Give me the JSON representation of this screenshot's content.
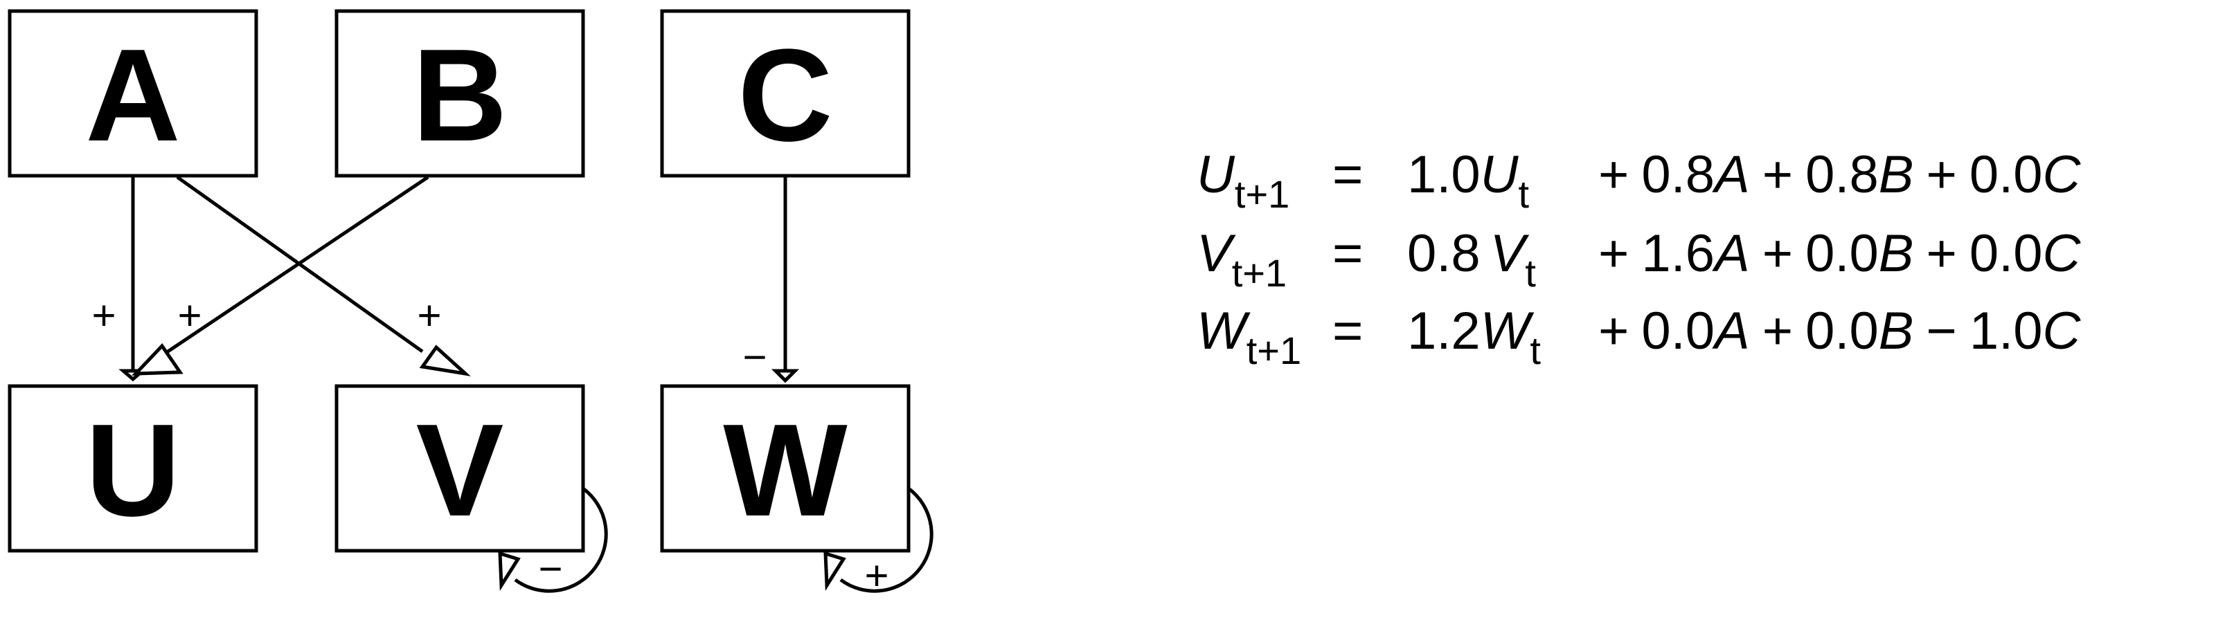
{
  "nodes": [
    {
      "id": "A",
      "label": "A"
    },
    {
      "id": "B",
      "label": "B"
    },
    {
      "id": "C",
      "label": "C"
    },
    {
      "id": "U",
      "label": "U"
    },
    {
      "id": "V",
      "label": "V"
    },
    {
      "id": "W",
      "label": "W"
    }
  ],
  "edges": [
    {
      "from": "A",
      "to": "U",
      "sign": "+"
    },
    {
      "from": "B",
      "to": "U",
      "sign": "+"
    },
    {
      "from": "A",
      "to": "V",
      "sign": "+"
    },
    {
      "from": "C",
      "to": "W",
      "sign": "−"
    },
    {
      "from": "V",
      "to": "V",
      "sign": "−"
    },
    {
      "from": "W",
      "to": "W",
      "sign": "+"
    }
  ],
  "equations": [
    {
      "lhs": {
        "var": "U",
        "sub": "t+1"
      },
      "eq": "=",
      "self_coef": "1.0",
      "self": {
        "var": "U",
        "sub": "t"
      },
      "terms": [
        {
          "op": "+",
          "coef": "0.8",
          "var": "A"
        },
        {
          "op": "+",
          "coef": "0.8",
          "var": "B"
        },
        {
          "op": "+",
          "coef": "0.0",
          "var": "C"
        }
      ]
    },
    {
      "lhs": {
        "var": "V",
        "sub": "t+1"
      },
      "eq": "=",
      "self_coef": "0.8",
      "self": {
        "var": "V",
        "sub": "t"
      },
      "terms": [
        {
          "op": "+",
          "coef": "1.6",
          "var": "A"
        },
        {
          "op": "+",
          "coef": "0.0",
          "var": "B"
        },
        {
          "op": "+",
          "coef": "0.0",
          "var": "C"
        }
      ]
    },
    {
      "lhs": {
        "var": "W",
        "sub": "t+1"
      },
      "eq": "=",
      "self_coef": "1.2",
      "self": {
        "var": "W",
        "sub": "t"
      },
      "terms": [
        {
          "op": "+",
          "coef": "0.0",
          "var": "A"
        },
        {
          "op": "+",
          "coef": "0.0",
          "var": "B"
        },
        {
          "op": "−",
          "coef": "1.0",
          "var": "C"
        }
      ]
    }
  ]
}
